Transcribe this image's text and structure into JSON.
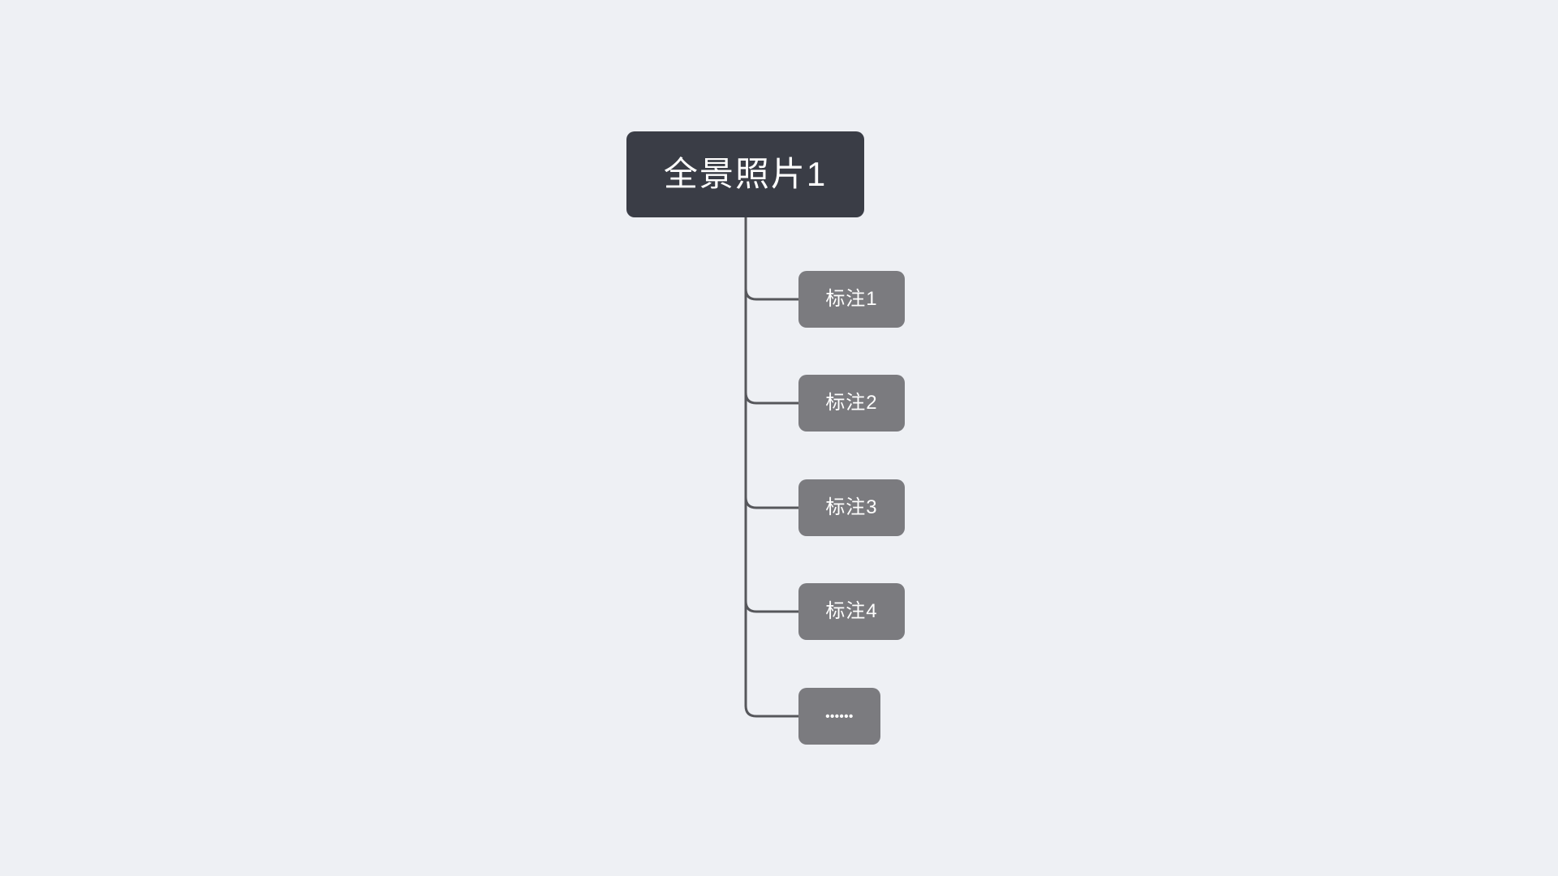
{
  "app": {
    "background_color": "#eef0f4"
  },
  "mindmap": {
    "root": {
      "label": "全景照片1",
      "background_color": "#3a3d46",
      "text_color": "#ffffff"
    },
    "subtopics": [
      {
        "label": "标注1"
      },
      {
        "label": "标注2"
      },
      {
        "label": "标注3"
      },
      {
        "label": "标注4"
      },
      {
        "label": "••••••"
      }
    ],
    "subtopic_background_color": "#7b7b7f",
    "subtopic_text_color": "#ffffff",
    "connector_color": "#56575b"
  }
}
